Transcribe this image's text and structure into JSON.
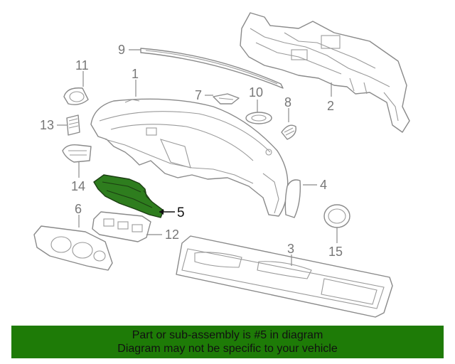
{
  "callouts": {
    "c1": "1",
    "c2": "2",
    "c3": "3",
    "c4": "4",
    "c5": "5",
    "c6": "6",
    "c7": "7",
    "c8": "8",
    "c9": "9",
    "c10": "10",
    "c11": "11",
    "c12": "12",
    "c13": "13",
    "c14": "14",
    "c15": "15"
  },
  "highlighted_part": "5",
  "colors": {
    "banner": "#1e7b07",
    "highlight": "#2e7d1e",
    "line_art": "#8a8a8a"
  },
  "banner": {
    "line1": "Part or sub-assembly is #5 in diagram",
    "line2": "Diagram may not be specific to your vehicle"
  }
}
